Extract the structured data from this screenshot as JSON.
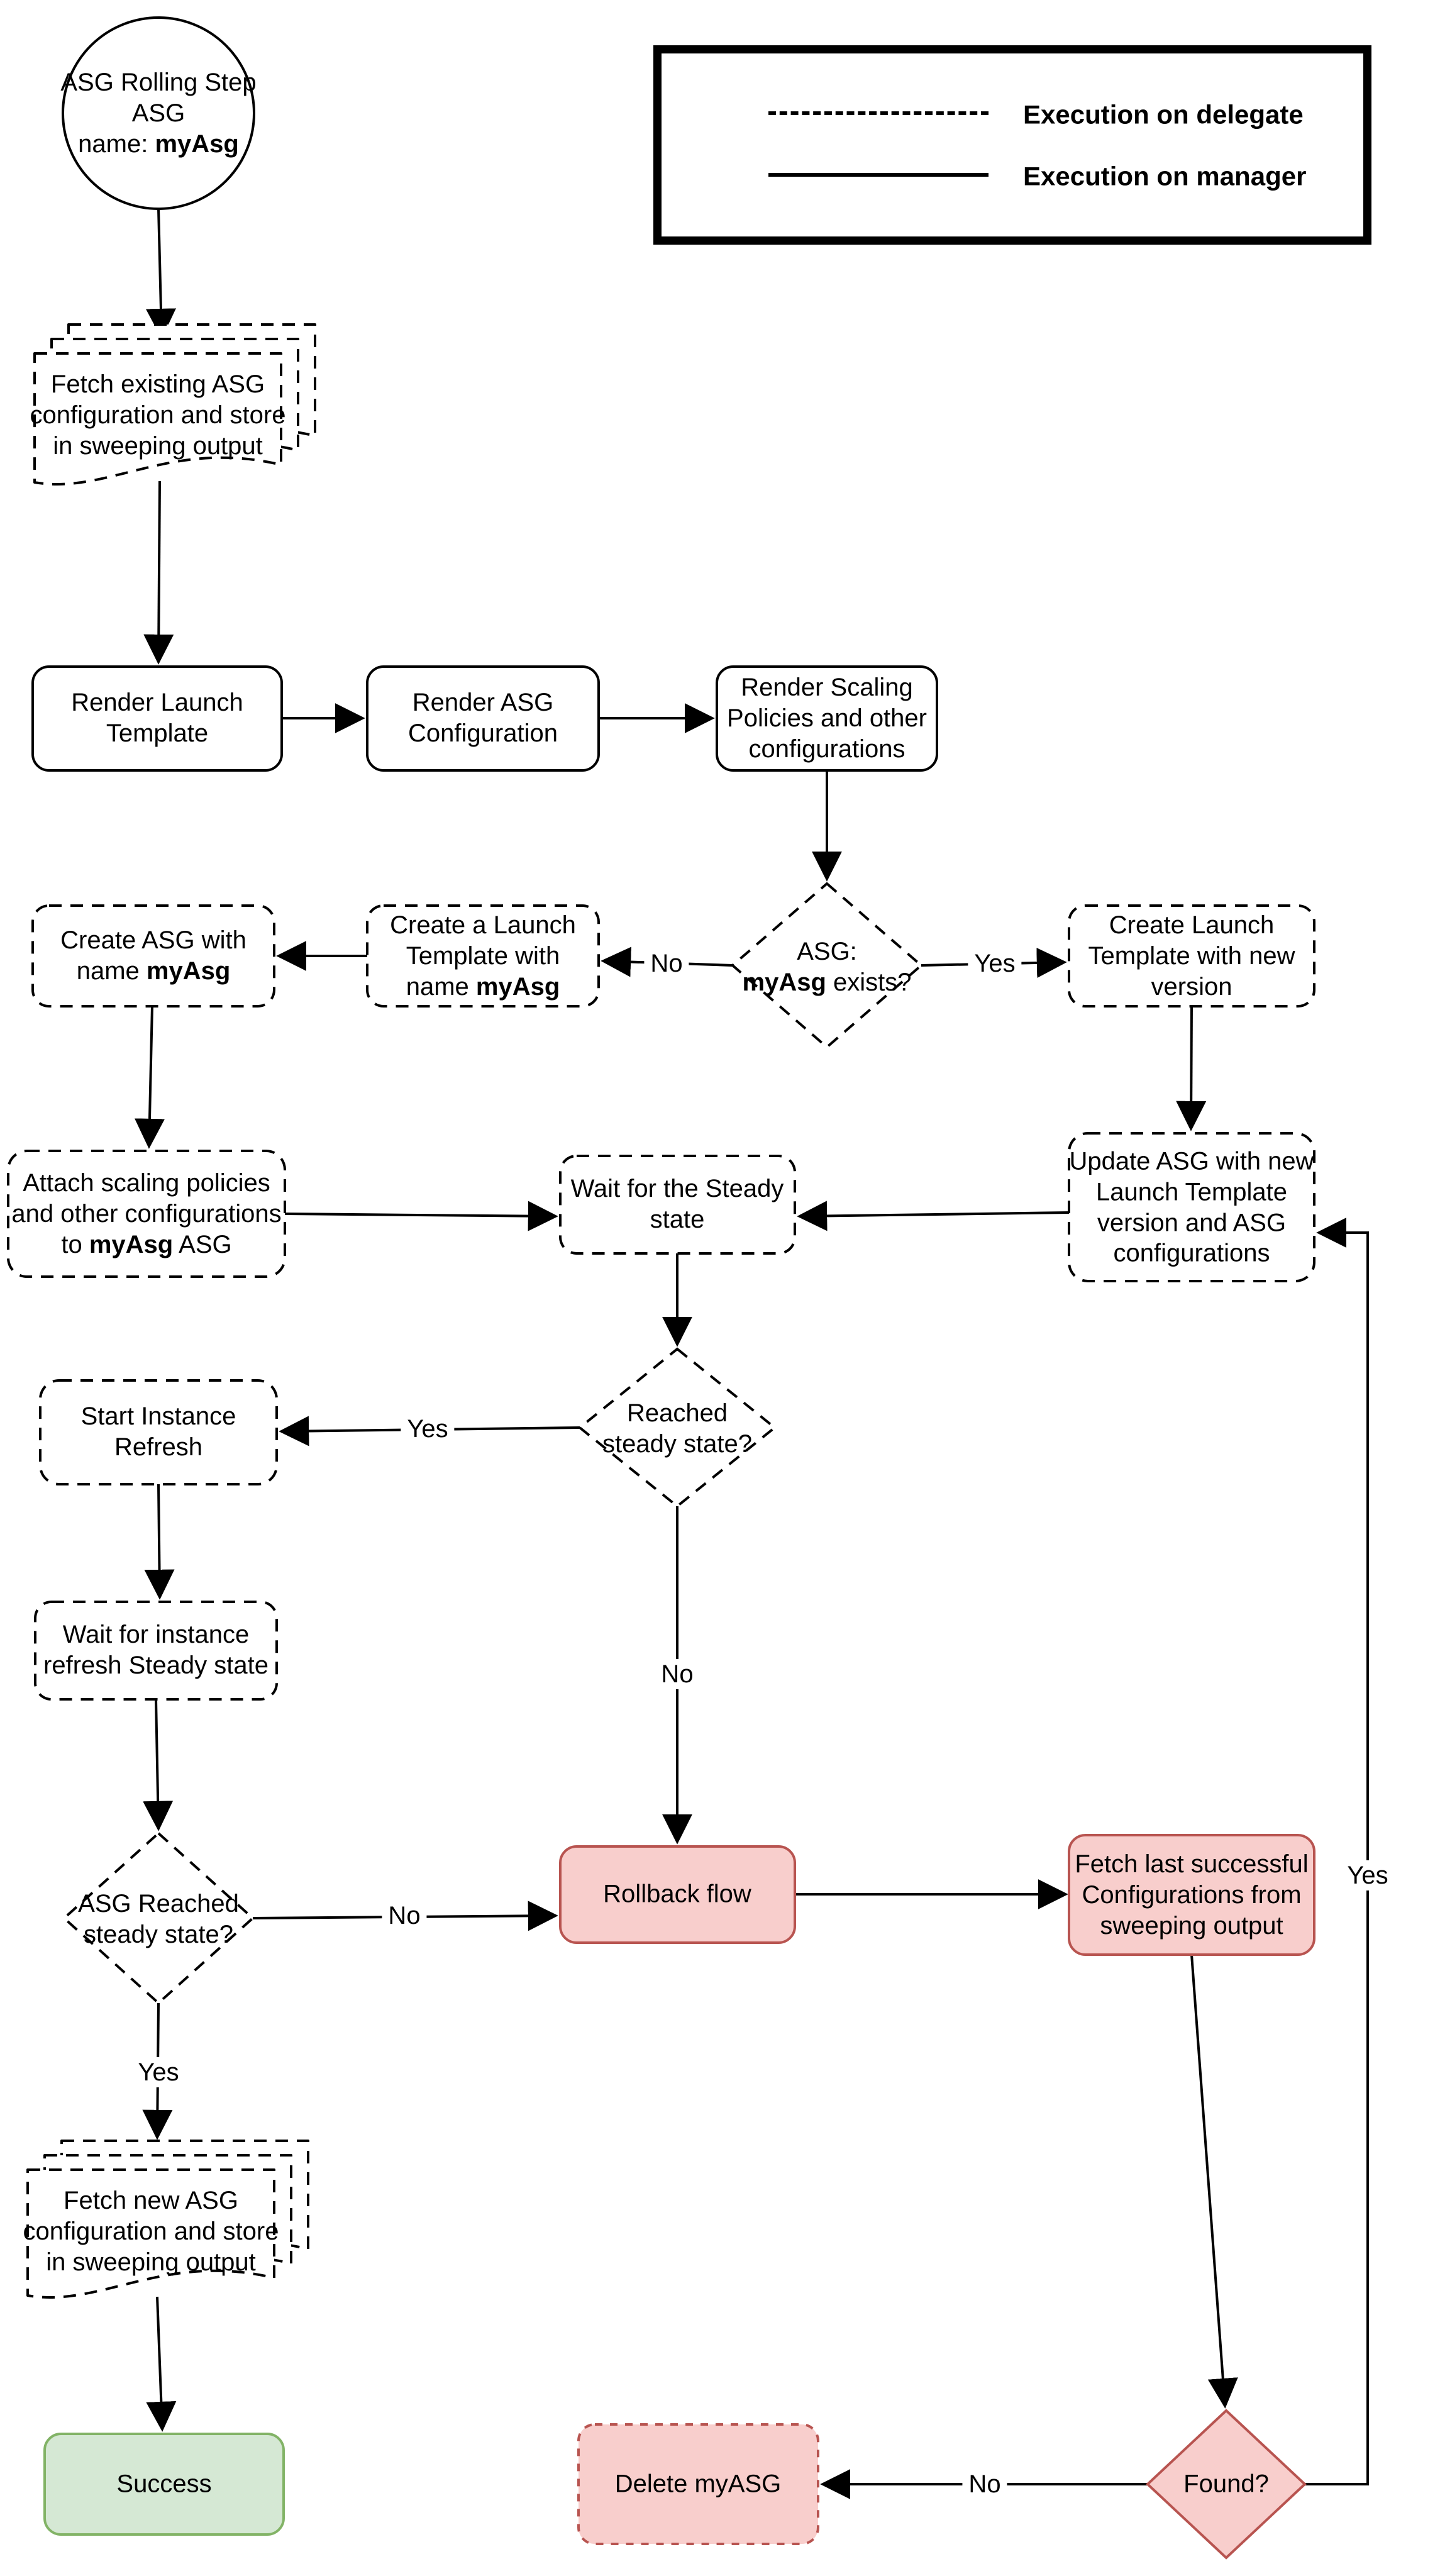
{
  "legend": {
    "items": [
      {
        "style": "dashed",
        "label": "Execution on delegate"
      },
      {
        "style": "solid",
        "label": "Execution on manager"
      }
    ]
  },
  "colors": {
    "line": "#000000",
    "danger_fill": "#f8cecc",
    "danger_border": "#b85450",
    "success_fill": "#d5e8d4",
    "success_border": "#82b366"
  },
  "nodes": {
    "start": {
      "segments": [
        {
          "t": "ASG Rolling Step\nASG\nname: "
        },
        {
          "t": "myAsg",
          "b": true
        }
      ]
    },
    "fetch_existing": {
      "segments": [
        {
          "t": "Fetch existing ASG\nconfiguration and store\nin sweeping output"
        }
      ]
    },
    "render_lt": {
      "segments": [
        {
          "t": "Render Launch\nTemplate"
        }
      ]
    },
    "render_asg": {
      "segments": [
        {
          "t": "Render ASG\nConfiguration"
        }
      ]
    },
    "render_scaling": {
      "segments": [
        {
          "t": "Render Scaling\nPolicies and other\nconfigurations"
        }
      ]
    },
    "asg_exists": {
      "segments": [
        {
          "t": "ASG:\n"
        },
        {
          "t": "myAsg",
          "b": true
        },
        {
          "t": " exists?"
        }
      ]
    },
    "create_lt": {
      "segments": [
        {
          "t": "Create a Launch\nTemplate with\nname "
        },
        {
          "t": "myAsg",
          "b": true
        }
      ]
    },
    "create_asg": {
      "segments": [
        {
          "t": "Create ASG with\nname "
        },
        {
          "t": "myAsg",
          "b": true
        }
      ]
    },
    "create_lt_new": {
      "segments": [
        {
          "t": "Create Launch\nTemplate with new\nversion"
        }
      ]
    },
    "attach": {
      "segments": [
        {
          "t": "Attach scaling policies\nand other configurations\nto "
        },
        {
          "t": "myAsg",
          "b": true
        },
        {
          "t": " ASG"
        }
      ]
    },
    "wait_steady": {
      "segments": [
        {
          "t": "Wait for the Steady\nstate"
        }
      ]
    },
    "update_asg": {
      "segments": [
        {
          "t": "Update ASG with new\nLaunch Template\nversion and ASG\nconfigurations"
        }
      ]
    },
    "reached_steady": {
      "segments": [
        {
          "t": "Reached\nsteady state?"
        }
      ]
    },
    "start_refresh": {
      "segments": [
        {
          "t": "Start Instance\nRefresh"
        }
      ]
    },
    "wait_refresh": {
      "segments": [
        {
          "t": "Wait for instance\nrefresh Steady state"
        }
      ]
    },
    "asg_reached": {
      "segments": [
        {
          "t": "ASG Reached\nsteady state?"
        }
      ]
    },
    "rollback": {
      "segments": [
        {
          "t": "Rollback flow"
        }
      ]
    },
    "fetch_last": {
      "segments": [
        {
          "t": "Fetch last successful\nConfigurations from\nsweeping output"
        }
      ]
    },
    "fetch_new": {
      "segments": [
        {
          "t": "Fetch new ASG\nconfiguration and store\nin sweeping output"
        }
      ]
    },
    "success": {
      "segments": [
        {
          "t": "Success"
        }
      ]
    },
    "delete_asg": {
      "segments": [
        {
          "t": "Delete myASG"
        }
      ]
    },
    "found": {
      "segments": [
        {
          "t": "Found?"
        }
      ]
    }
  },
  "edge_labels": {
    "asg_exists_no": "No",
    "asg_exists_yes": "Yes",
    "reached_yes": "Yes",
    "reached_no": "No",
    "asg_reached_no": "No",
    "asg_reached_yes": "Yes",
    "found_no": "No",
    "found_yes": "Yes"
  }
}
